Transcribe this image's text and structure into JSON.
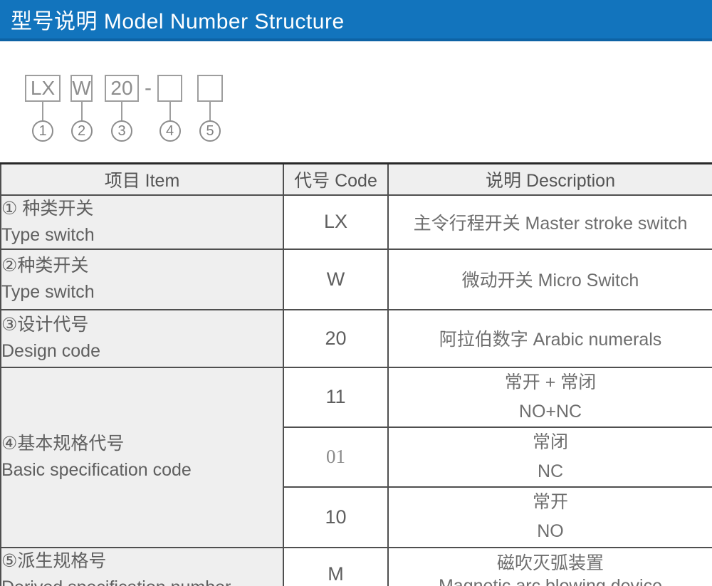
{
  "colors": {
    "header_bar": "#1274BD",
    "header_bar_edge": "#0d63a5",
    "cell_gray": "#efefef",
    "border": "#4f4f4f",
    "border_dark": "#282828",
    "text_gray": "#5f5f5f",
    "diagram_gray": "#8d8d8d",
    "title_text": "#ffffff"
  },
  "title_bar": {
    "title": "型号说明 Model Number Structure"
  },
  "diagram": {
    "separator": "-",
    "boxes": [
      {
        "label": "LX",
        "number": "1"
      },
      {
        "label": "W",
        "number": "2"
      },
      {
        "label": "20",
        "number": "3"
      },
      {
        "label": "",
        "number": "4"
      },
      {
        "label": "",
        "number": "5"
      }
    ]
  },
  "table": {
    "columns": [
      "项目 Item",
      "代号 Code",
      "说明 Description"
    ],
    "rows": [
      {
        "item_zh": "① 种类开关",
        "item_en": "Type switch",
        "code": "LX",
        "desc": "主令行程开关 Master stroke switch"
      },
      {
        "item_zh": "②种类开关",
        "item_en": "Type switch",
        "code": "W",
        "desc": "微动开关 Micro Switch"
      },
      {
        "item_zh": "③设计代号",
        "item_en": "Design code",
        "code": "20",
        "desc": "阿拉伯数字 Arabic numerals"
      },
      {
        "item_zh": "④基本规格代号",
        "item_en": "Basic specification code",
        "subrows": [
          {
            "code": "11",
            "desc_zh": "常开 + 常闭",
            "desc_en": "NO+NC"
          },
          {
            "code": "01",
            "desc_zh": "常闭",
            "desc_en": "NC"
          },
          {
            "code": "10",
            "desc_zh": "常开",
            "desc_en": "NO"
          }
        ]
      },
      {
        "item_zh": "⑤派生规格号",
        "item_en": "Derived specification number",
        "code": "M",
        "desc_zh": "磁吹灭弧装置",
        "desc_en": "Magnetic arc blowing device"
      }
    ]
  }
}
